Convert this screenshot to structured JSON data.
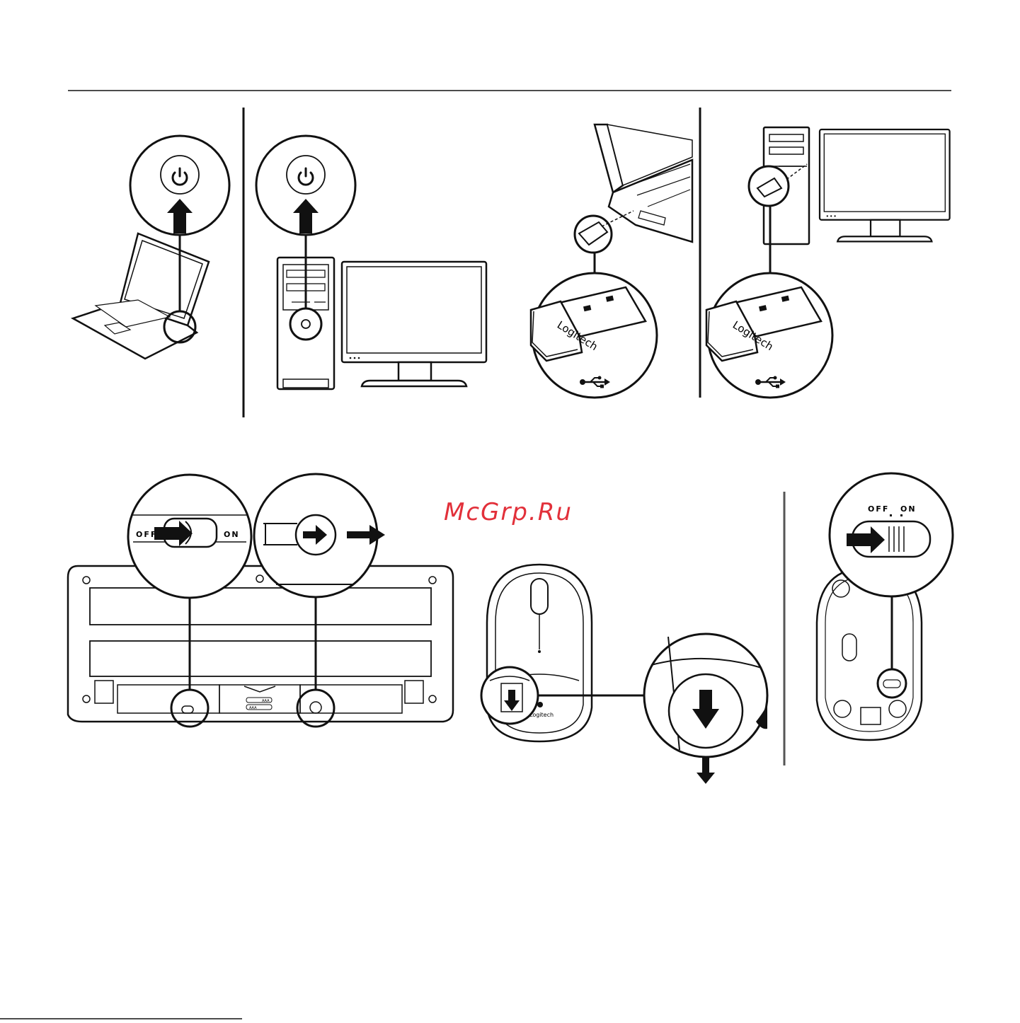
{
  "watermark": "McGrp.Ru",
  "watermark_color": "#e2303a",
  "ink_color": "#111111",
  "dongle_brand": "Logitech",
  "mouse_brand": "Logitech",
  "keyboard_switch": {
    "off_label": "OFF",
    "on_label": "ON"
  },
  "mouse_switch": {
    "off_label": "OFF",
    "on_label": "ON"
  },
  "battery_labels": [
    "AAA",
    "AAA"
  ],
  "icons": [
    "power-icon",
    "usb-icon",
    "arrow-up-icon",
    "arrow-right-icon",
    "arrow-down-icon"
  ],
  "panels": [
    "laptop-power-on",
    "desktop-power-on",
    "laptop-usb-receiver",
    "desktop-usb-receiver",
    "keyboard-switch-and-tab",
    "mouse-battery-tab",
    "mouse-switch"
  ]
}
